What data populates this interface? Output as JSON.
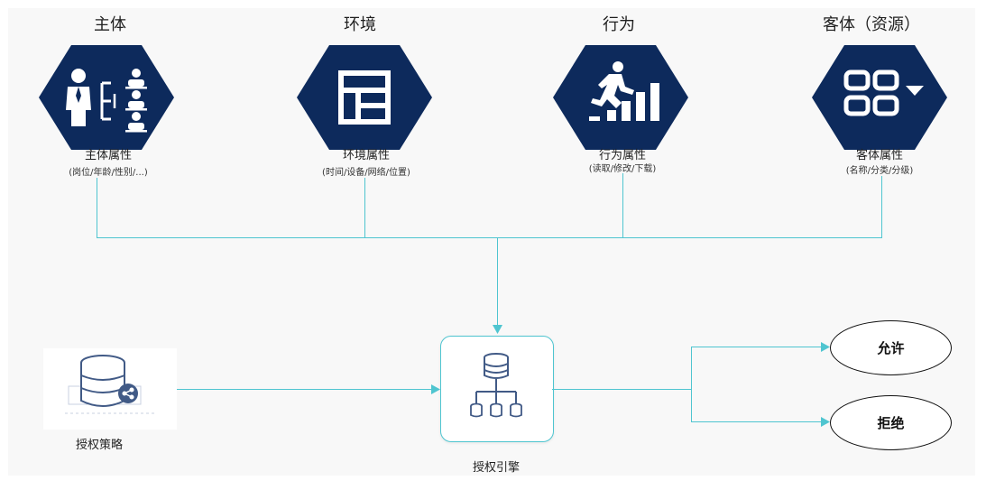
{
  "entities": [
    {
      "title": "主体",
      "icon": "organization-people-icon",
      "attr_title": "主体属性",
      "attr_sub": "(岗位/年龄/性别/...)"
    },
    {
      "title": "环境",
      "icon": "window-layout-icon",
      "attr_title": "环境属性",
      "attr_sub": "(时间/设备/网络/位置)"
    },
    {
      "title": "行为",
      "icon": "person-climbing-bars-icon",
      "attr_title": "行为属性",
      "attr_sub": "(读取/修改/下载)"
    },
    {
      "title": "客体（资源）",
      "icon": "grid-dropdown-icon",
      "attr_title": "客体属性",
      "attr_sub": "(名称/分类/分级)"
    }
  ],
  "policy": {
    "label": "授权策略",
    "icon": "database-network-icon"
  },
  "engine": {
    "label": "授权引擎",
    "icon": "database-hierarchy-icon"
  },
  "outcomes": {
    "allow": "允许",
    "deny": "拒绝"
  },
  "colors": {
    "hexagon": "#0d2a5c",
    "connector": "#4fc5d0",
    "background": "#f8f8f8"
  }
}
